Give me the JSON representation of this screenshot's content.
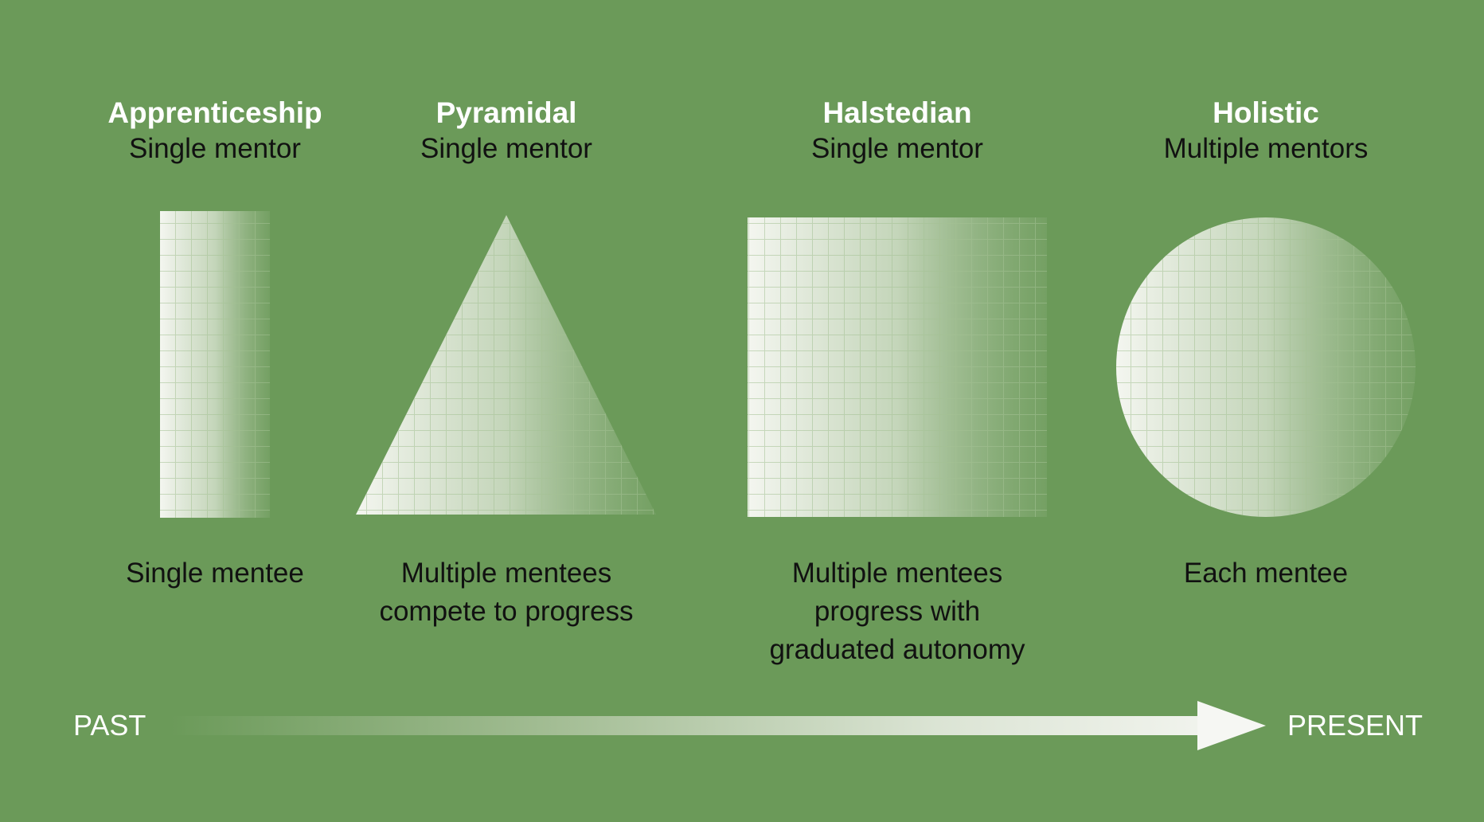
{
  "colors": {
    "background": "#6b9a59",
    "title": "#ffffff",
    "text": "#111111",
    "shape_light": "#f4f6f0",
    "shape_fade": "#6b9a59"
  },
  "models": [
    {
      "title": "Apprenticeship",
      "mentor": "Single mentor",
      "shape": "rectangle",
      "mentee_lines": [
        "Single mentee"
      ]
    },
    {
      "title": "Pyramidal",
      "mentor": "Single mentor",
      "shape": "triangle",
      "mentee_lines": [
        "Multiple mentees",
        "compete to progress"
      ]
    },
    {
      "title": "Halstedian",
      "mentor": "Single mentor",
      "shape": "square",
      "mentee_lines": [
        "Multiple mentees",
        "progress with",
        "graduated autonomy"
      ]
    },
    {
      "title": "Holistic",
      "mentor": "Multiple mentors",
      "shape": "circle",
      "mentee_lines": [
        "Each mentee"
      ]
    }
  ],
  "timeline": {
    "start_label": "PAST",
    "end_label": "PRESENT"
  }
}
